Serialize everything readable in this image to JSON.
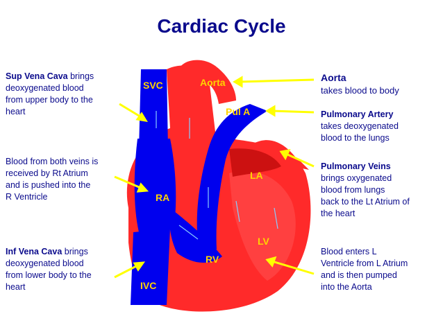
{
  "title": "Cardiac Cycle",
  "colors": {
    "title": "#0a0a8c",
    "text": "#0a0a8c",
    "label": "#ffd400",
    "oxygenated": "#ff1a1a",
    "deoxygenated": "#0000ee",
    "arrow": "#ffff00"
  },
  "left_notes": {
    "svc": {
      "bold": "Sup Vena Cava",
      "rest1": " brings",
      "lines": [
        "deoxygenated blood",
        "from upper body to the",
        "heart"
      ]
    },
    "ra": {
      "lines": [
        "Blood from both veins is",
        "received by Rt Atrium",
        "and is pushed into the",
        "R Ventricle"
      ]
    },
    "ivc": {
      "bold": "Inf Vena Cava",
      "rest1": " brings",
      "lines": [
        "deoxygenated blood",
        "from lower body to the",
        "heart"
      ]
    }
  },
  "right_notes": {
    "aorta": {
      "heading": "Aorta",
      "sub": "takes blood to body"
    },
    "pa": {
      "heading": "Pulmonary Artery",
      "lines": [
        "takes deoxygenated",
        "blood to the lungs"
      ]
    },
    "pv": {
      "heading": "Pulmonary Veins",
      "lines": [
        "brings oxygenated",
        "blood from lungs",
        "back to the Lt Atrium of",
        "the heart"
      ]
    },
    "lv": {
      "lines": [
        "Blood enters L",
        "Ventricle from L Atrium",
        "and is then pumped",
        "into the Aorta"
      ]
    }
  },
  "heart_labels": {
    "svc": "SVC",
    "aorta": "Aorta",
    "pul_a": "Pul A",
    "la": "LA",
    "ra": "RA",
    "lv": "LV",
    "rv": "RV",
    "ivc": "IVC"
  }
}
